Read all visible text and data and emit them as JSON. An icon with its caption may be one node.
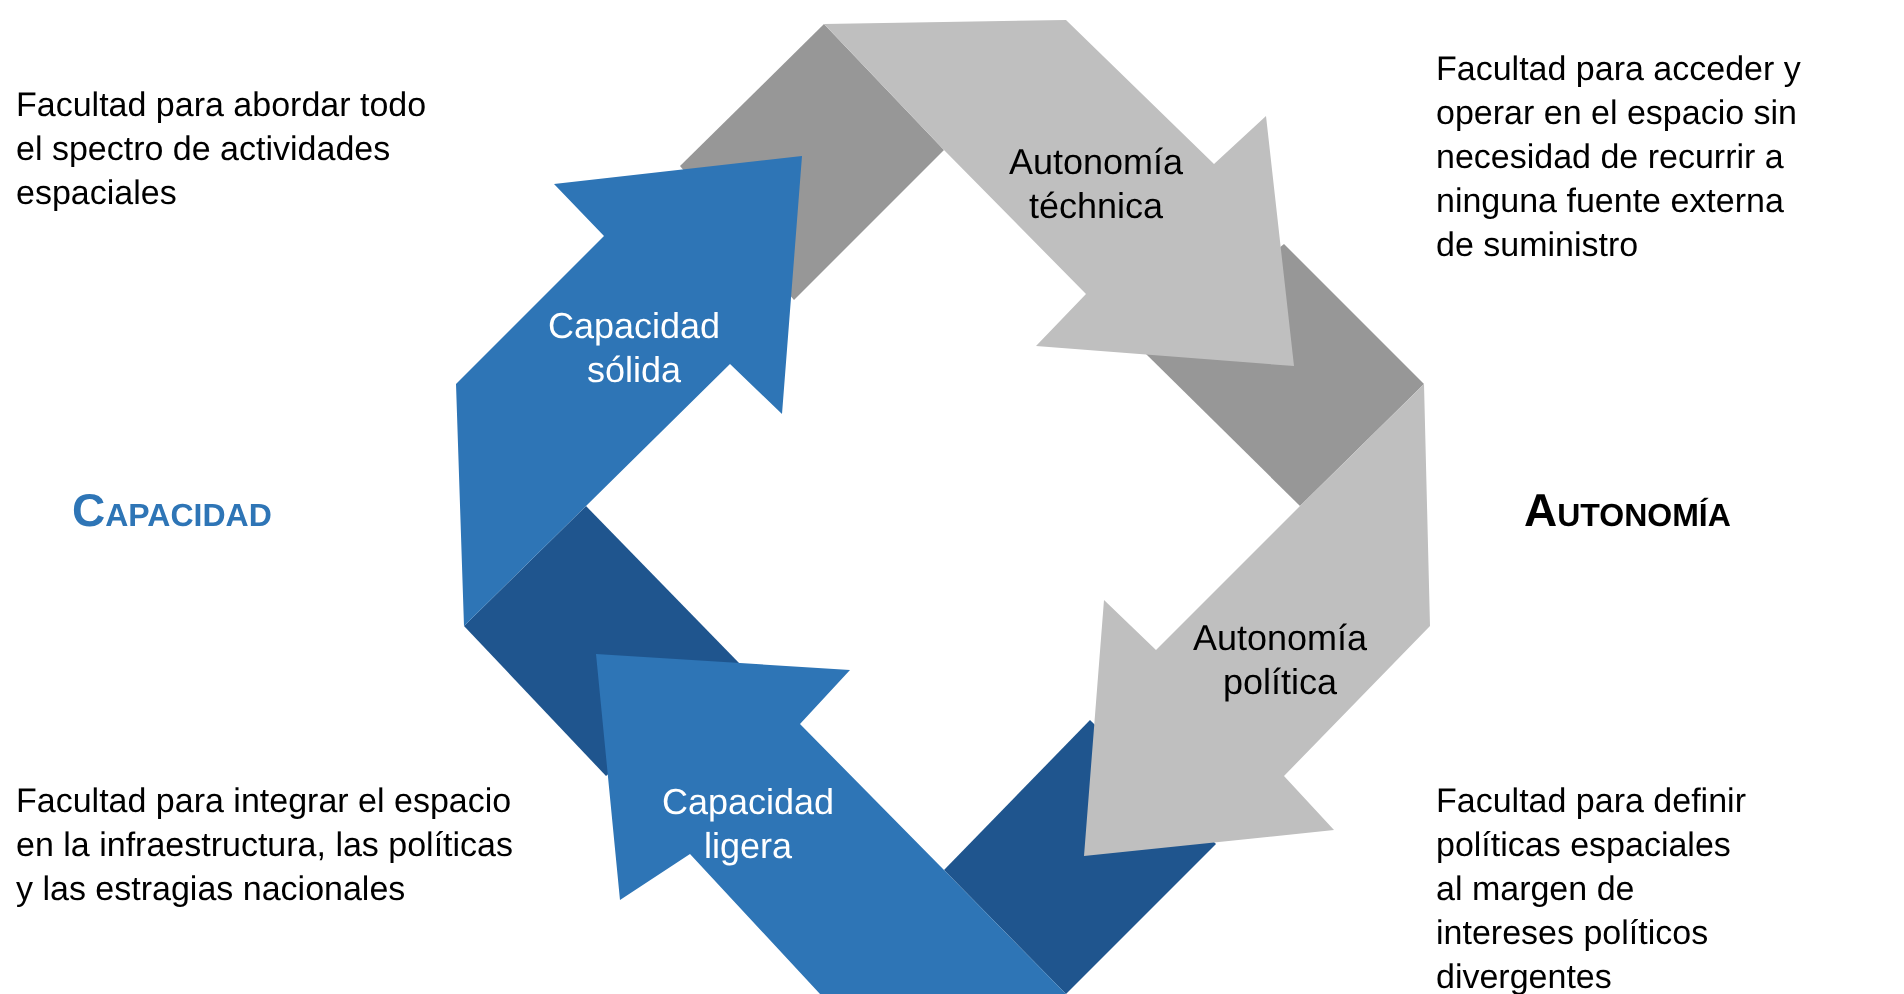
{
  "diagram": {
    "nodes": [
      {
        "text": [
          "Capacidad sólida"
        ]
      },
      {
        "text": [
          "Autonomía téchnica"
        ]
      },
      {
        "text": [
          "Autonomía política"
        ]
      },
      {
        "text": [
          "Capacidad ligera"
        ]
      }
    ],
    "labels": [
      "Facultad para abordar todo el spectro de actividades espaciales",
      "Facultad para acceder y operar en el espacio sin necesidad de recurrir a ninguna fuente externa de suministro",
      "Capacidad",
      "Autonomía",
      "Facultad para integrar el espacio en la infraestructura, las políticas y las estragias nacionales",
      "Facultad para definir políticas espaciales al margen de intereses políticos divergentes"
    ]
  }
}
